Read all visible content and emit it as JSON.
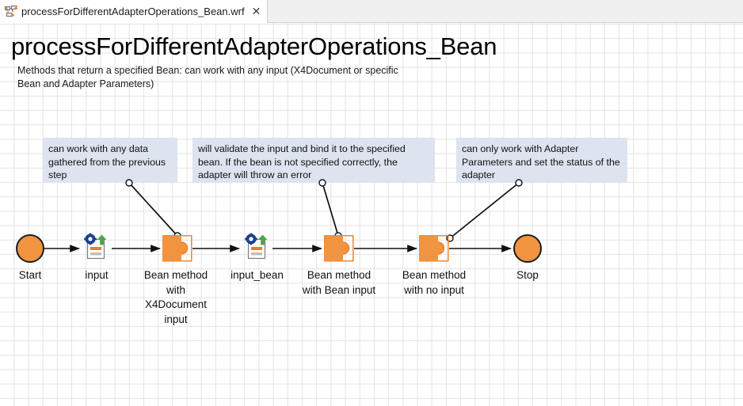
{
  "tab": {
    "icon": "workflow-diagram-icon",
    "label": "processForDifferentAdapterOperations_Bean.wrf",
    "close_icon": "close-icon",
    "close_glyph": "✕"
  },
  "diagram": {
    "title": "processForDifferentAdapterOperations_Bean",
    "subtitle": "Methods that return a specified Bean: can work with any input (X4Document or specific Bean and Adapter Parameters)",
    "notes": [
      {
        "id": "note-any-data",
        "text": "can work with any data gathered from the previous step"
      },
      {
        "id": "note-validate",
        "text": "will validate the input and bind it to the specified bean. If the bean is not specified correctly, the adapter will throw an error"
      },
      {
        "id": "note-adapter-params",
        "text": "can only work with Adapter Parameters and set the status of the adapter"
      }
    ],
    "nodes": [
      {
        "id": "start",
        "type": "start-circle",
        "label": "Start"
      },
      {
        "id": "input",
        "type": "document-icon",
        "label": "input"
      },
      {
        "id": "bean-x4doc",
        "type": "bean-method",
        "label": "Bean method\nwith\nX4Document\ninput"
      },
      {
        "id": "input-bean",
        "type": "document-icon",
        "label": "input_bean"
      },
      {
        "id": "bean-bean-in",
        "type": "bean-method",
        "label": "Bean method\nwith Bean input"
      },
      {
        "id": "bean-no-input",
        "type": "bean-method",
        "label": "Bean method\nwith no input"
      },
      {
        "id": "stop",
        "type": "stop-circle",
        "label": "Stop"
      }
    ],
    "colors": {
      "node_orange": "#f09440",
      "note_background": "#dde3ef",
      "grid_line": "#e3e3e3",
      "edge": "#111111",
      "gear_blue": "#1f3f8f",
      "arrow_green": "#4da64d"
    }
  }
}
